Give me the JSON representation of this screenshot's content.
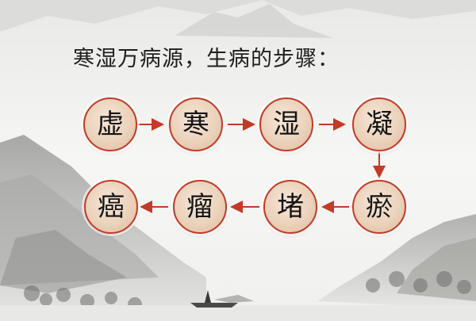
{
  "title": "寒湿万病源，生病的步骤：",
  "steps": [
    "虚",
    "寒",
    "湿",
    "凝",
    "瘀",
    "堵",
    "瘤",
    "癌"
  ],
  "colors": {
    "accent": "#c23a28",
    "node_fill": "#ebd2bb"
  }
}
